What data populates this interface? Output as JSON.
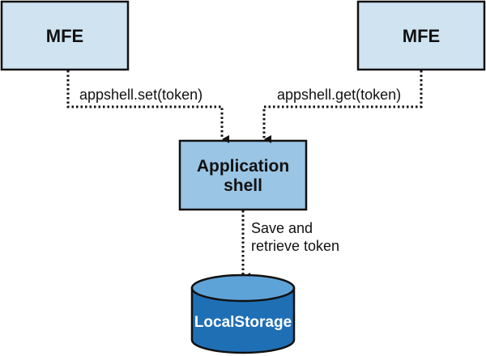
{
  "diagram": {
    "nodes": {
      "mfe_left": {
        "label": "MFE",
        "fill": "#cfe3f1",
        "stroke": "#111111"
      },
      "mfe_right": {
        "label": "MFE",
        "fill": "#cfe3f1",
        "stroke": "#111111"
      },
      "app_shell": {
        "label_line1": "Application",
        "label_line2": "shell",
        "fill": "#9ac5e5",
        "stroke": "#111111"
      },
      "local_storage": {
        "label": "LocalStorage",
        "fill": "#1f6fb5",
        "top_fill": "#5ea3d8",
        "stroke": "#111111"
      }
    },
    "edges": {
      "set_edge": {
        "label": "appshell.set(token)",
        "from": "MFE",
        "to": "Application shell",
        "style": "dotted"
      },
      "get_edge": {
        "label": "appshell.get(token)",
        "from": "MFE",
        "to": "Application shell",
        "style": "dotted"
      },
      "storage_edge": {
        "label_line1": "Save and",
        "label_line2": "retrieve token",
        "from": "Application shell",
        "to": "LocalStorage",
        "style": "dotted"
      }
    }
  }
}
